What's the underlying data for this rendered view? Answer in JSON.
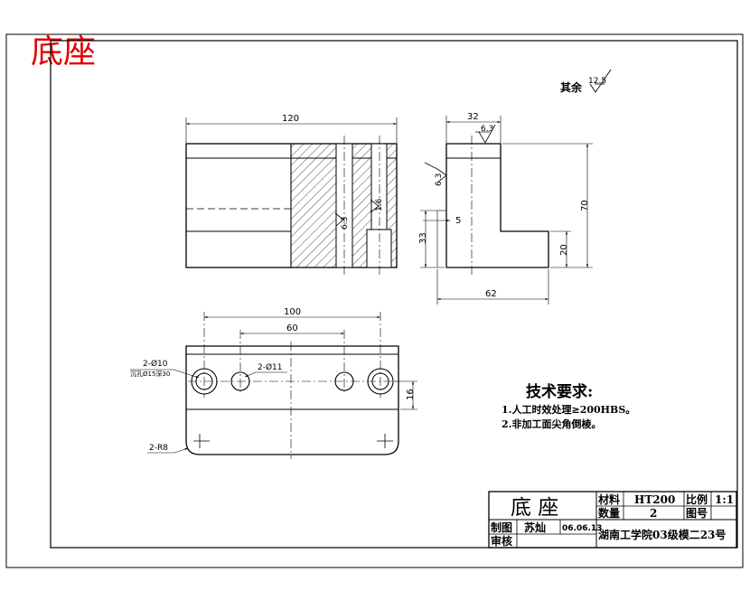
{
  "corner_title": "底座",
  "roughness_other": {
    "label": "其余",
    "value": "12.5"
  },
  "front_view": {
    "dim_width": "120",
    "roughness_bore_a": "6.3",
    "roughness_bore_b": "1.6"
  },
  "side_view": {
    "dim_top": "32",
    "roughness_top": "6.3",
    "roughness_left": "6.3",
    "dim_step": "5",
    "dim_height": "70",
    "dim_low": "33",
    "dim_foot": "20",
    "dim_base": "62"
  },
  "top_view": {
    "dim_outer": "100",
    "dim_inner": "60",
    "hole_callout_a": "2-Ø10",
    "hole_callout_a_note": "沉孔Ø15深30",
    "hole_callout_b": "2-Ø11",
    "dim_offset": "16",
    "radius_callout": "2-R8"
  },
  "tech_requirements": {
    "title": "技术要求:",
    "items": [
      "1.人工时效处理≥200HBS。",
      "2.非加工面尖角倒棱。"
    ]
  },
  "title_block": {
    "part_name": "底  座",
    "material_label": "材料",
    "material_value": "HT200",
    "scale_label": "比例",
    "scale_value": "1:1",
    "qty_label": "数量",
    "qty_value": "2",
    "drawing_no_label": "图号",
    "drawing_no_value": "",
    "drawn_label": "制图",
    "drawn_name": "苏灿",
    "drawn_date": "06.06.13",
    "checked_label": "审核",
    "institution": "湖南工学院03级模二23号"
  }
}
